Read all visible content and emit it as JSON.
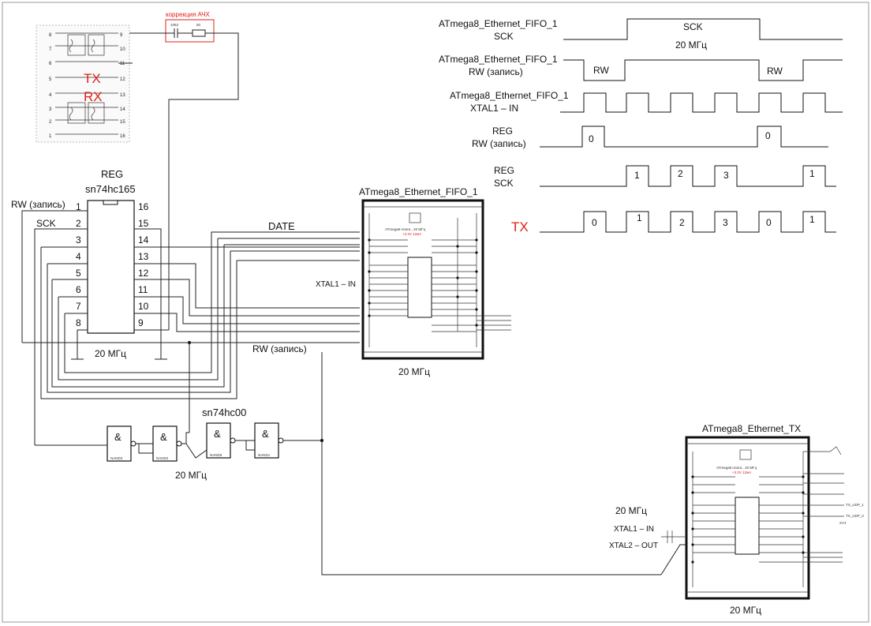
{
  "correction": {
    "label": "коррекция АЧХ",
    "cap": "1063",
    "res": "50"
  },
  "transformer": {
    "tx": "TX",
    "rx": "RX",
    "pins_left": [
      "8",
      "7",
      "6",
      "5",
      "4",
      "3",
      "2",
      "1"
    ],
    "pins_right": [
      "9",
      "10",
      "11",
      "12",
      "13",
      "14",
      "15",
      "16"
    ]
  },
  "reg": {
    "title": "REG",
    "part": "sn74hc165",
    "freq": "20 МГц",
    "pins_left": [
      "1",
      "2",
      "3",
      "4",
      "5",
      "6",
      "7",
      "8"
    ],
    "pins_right": [
      "16",
      "15",
      "14",
      "13",
      "12",
      "11",
      "10",
      "9"
    ],
    "rw_label": "RW (запись)",
    "sck_label": "SCK"
  },
  "labels": {
    "date": "DATE",
    "xtal1_in": "XTAL1 – IN",
    "rw_write": "RW (запись)"
  },
  "fifo": {
    "title": "ATmega8_Ethernet_FIFO_1",
    "freq": "20 МГц",
    "inner": "ATmega8 плата , 20 МГц",
    "supply": "+3.3V 12мА"
  },
  "tx_mod": {
    "title": "ATmega8_Ethernet_TX",
    "freq": "20 МГц",
    "inner": "ATmega8 плата , 20 МГц",
    "supply": "+3.3V 12мА",
    "freq_label": "20 МГц",
    "xtal1": "XTAL1 – IN",
    "xtal2": "XTAL2 – OUT",
    "out1": "TX_UDP_1",
    "out2": "TX_UDP_0",
    "out3": "SY4"
  },
  "nand": {
    "part": "sn74hc00",
    "freq": "20 МГц",
    "symbol": "&",
    "names": [
      "NAND3",
      "NAND2",
      "NAND5",
      "NAND1"
    ]
  },
  "timing": {
    "sck": {
      "l1": "ATmega8_Ethernet_FIFO_1",
      "l2": "SCK",
      "mark": "SCK",
      "freq": "20 МГц"
    },
    "rw": {
      "l1": "ATmega8_Ethernet_FIFO_1",
      "l2": "RW (запись)",
      "marks": [
        "RW",
        "RW"
      ]
    },
    "xtal": {
      "l1": "ATmega8_Ethernet_FIFO_1",
      "l2": "XTAL1 – IN"
    },
    "regrw": {
      "l1": "REG",
      "l2": "RW (запись)",
      "marks": [
        "0",
        "0"
      ]
    },
    "regsck": {
      "l1": "REG",
      "l2": "SCK",
      "marks": [
        "1",
        "2",
        "3",
        "1"
      ]
    },
    "tx": {
      "label": "TX",
      "marks": [
        "0",
        "1",
        "2",
        "3",
        "0",
        "1"
      ]
    }
  }
}
